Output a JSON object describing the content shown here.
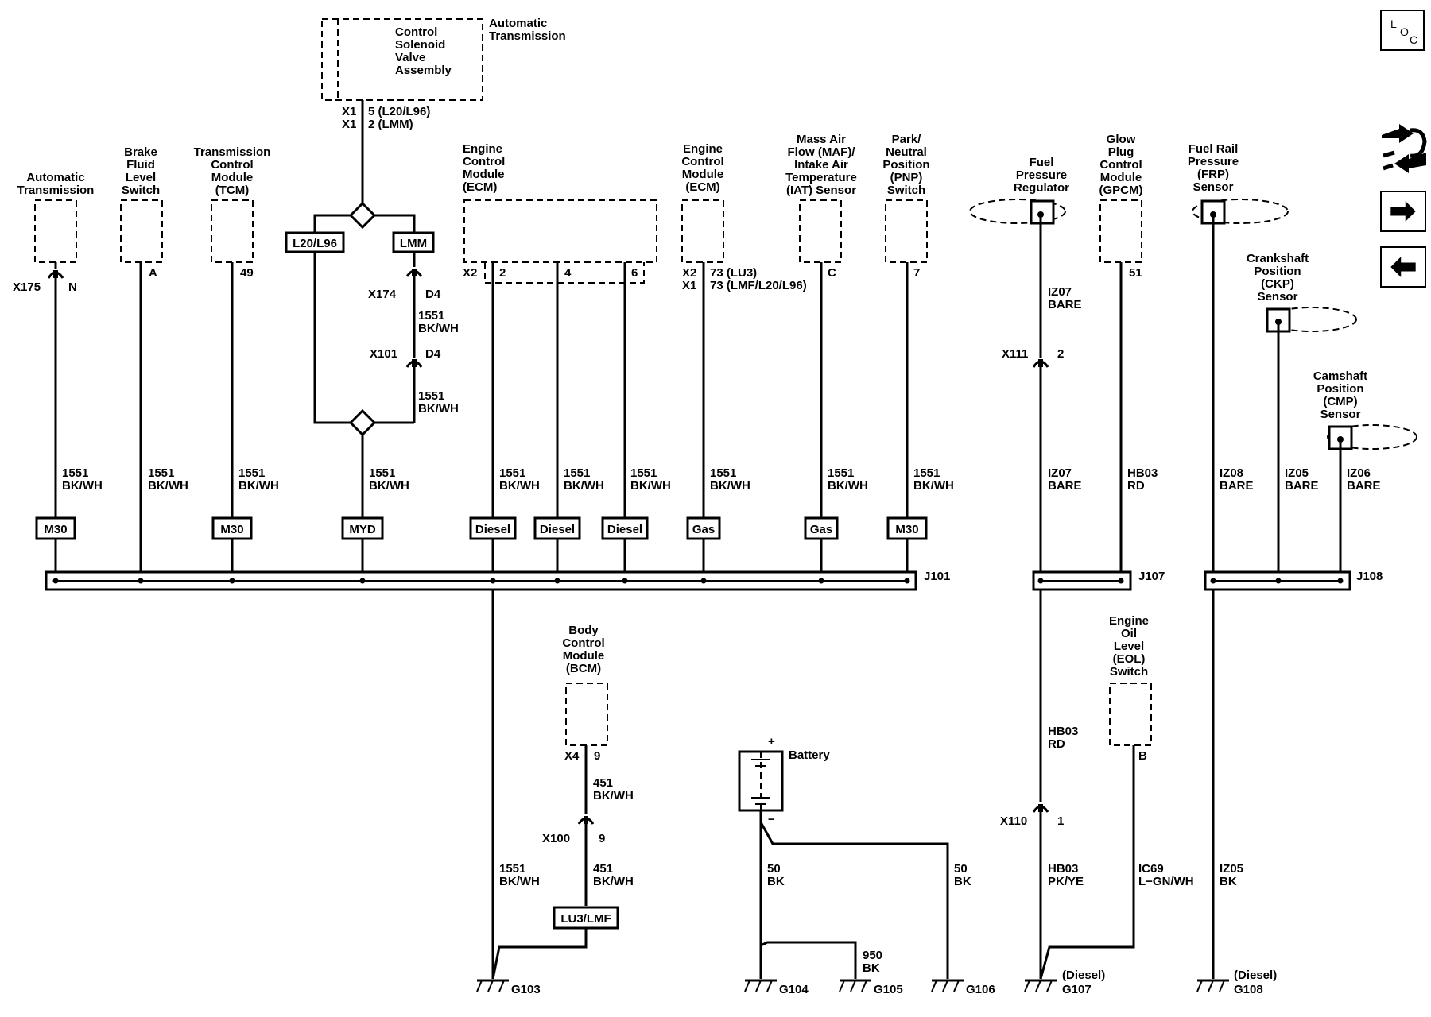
{
  "nav": {
    "loc_l": "L",
    "loc_o": "O",
    "loc_c": "C",
    "icons": [
      "loc-icon",
      "schematic-network-icon",
      "arrow-right-icon",
      "arrow-left-icon"
    ]
  },
  "components": {
    "auto_trans_top": "Automatic Transmission",
    "csva": "Control Solenoid Valve Assembly",
    "auto_trans_left": "Automatic Transmission",
    "brake_switch": "Brake Fluid Level Switch",
    "tcm": "Transmission Control Module (TCM)",
    "ecm1": "Engine Control Module (ECM)",
    "ecm2": "Engine Control Module (ECM)",
    "maf": "Mass Air Flow (MAF)/ Intake Air Temperature (IAT) Sensor",
    "pnp": "Park/ Neutral Position (PNP) Switch",
    "fpr": "Fuel Pressure Regulator",
    "gpcm": "Glow Plug Control Module (GPCM)",
    "frp": "Fuel Rail Pressure (FRP) Sensor",
    "ckp": "Crankshaft Position (CKP) Sensor",
    "cmp": "Camshaft Position (CMP) Sensor",
    "bcm": "Body Control Module (BCM)",
    "eol": "Engine Oil Level (EOL) Switch",
    "battery": "Battery"
  },
  "labels": {
    "csva_x1a": "X1",
    "csva_x1b": "X1",
    "csva_pin1": "5 (L20/L96)",
    "csva_pin2": "2 (LMM)",
    "x175": "X175",
    "x175_pin": "N",
    "brake_pin": "A",
    "tcm_pin": "49",
    "x174": "X174",
    "x174_pin": "D4",
    "x101": "X101",
    "x101_pin": "D4",
    "ecm1_x2": "X2",
    "ecm1_p2": "2",
    "ecm1_p4": "4",
    "ecm1_p6": "6",
    "ecm2_x2": "X2",
    "ecm2_x1": "X1",
    "ecm2_pin1": "73 (LU3)",
    "ecm2_pin2": "73 (LMF/L20/L96)",
    "maf_pin": "C",
    "pnp_pin": "7",
    "x111": "X111",
    "x111_pin": "2",
    "gpcm_pin": "51",
    "bcm_x4": "X4",
    "bcm_pin": "9",
    "x100": "X100",
    "x100_pin": "9",
    "eol_pin": "B",
    "x110": "X110",
    "x110_pin": "1",
    "battery_plus": "+",
    "battery_minus": "−"
  },
  "wires": {
    "w_1551": "1551",
    "w_bkwh": "BK/WH",
    "w_iz07": "IZ07",
    "w_bare": "BARE",
    "w_hb03": "HB03",
    "w_rd": "RD",
    "w_iz08": "IZ08",
    "w_iz05": "IZ05",
    "w_iz06": "IZ06",
    "w_451": "451",
    "w_50": "50",
    "w_bk": "BK",
    "w_950": "950",
    "w_pkye": "PK/YE",
    "w_ic69": "IC69",
    "w_lgnwh": "L−GN/WH"
  },
  "options": {
    "l20l96": "L20/L96",
    "lmm": "LMM",
    "m30": "M30",
    "myd": "MYD",
    "diesel": "Diesel",
    "gas": "Gas",
    "lu3lmf": "LU3/LMF",
    "diesel_paren": "(Diesel)"
  },
  "splices": {
    "j101": "J101",
    "j107": "J107",
    "j108": "J108"
  },
  "grounds": {
    "g103": "G103",
    "g104": "G104",
    "g105": "G105",
    "g106": "G106",
    "g107": "G107",
    "g108": "G108"
  }
}
